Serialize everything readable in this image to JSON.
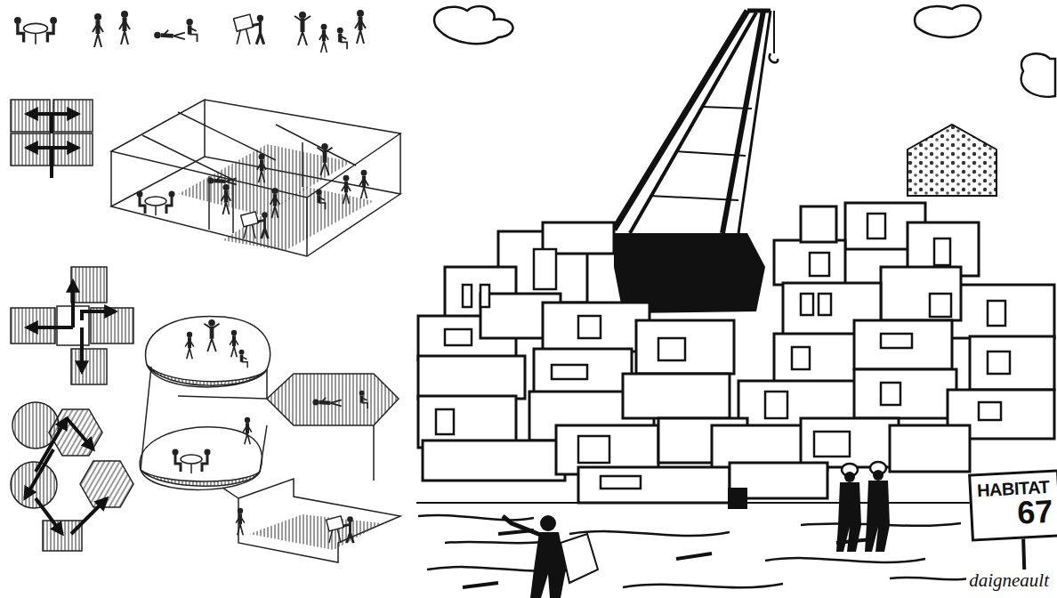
{
  "diagram": {
    "nodes": [
      {
        "text": [
          "HABITAT",
          "67"
        ]
      }
    ],
    "labels": [
      "daigneault"
    ]
  }
}
